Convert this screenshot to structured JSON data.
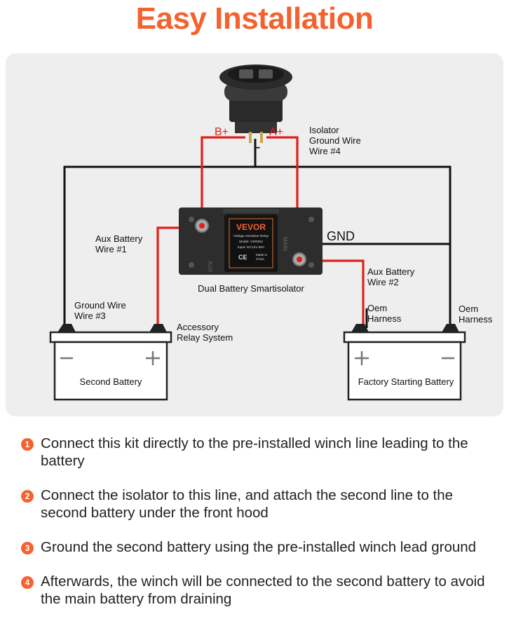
{
  "title": "Easy Installation",
  "labels": {
    "b_plus": "B+",
    "a_plus": "A+",
    "minus": "−",
    "isolator_ground": [
      "Isolator",
      "Ground Wire",
      "Wire #4"
    ],
    "gnd": "GND",
    "aux_battery_1": [
      "Aux Battery",
      "Wire #1"
    ],
    "aux_battery_2": [
      "Aux Battery",
      "Wire #2"
    ],
    "ground_wire_3": [
      "Ground Wire",
      "Wire #3"
    ],
    "accessory_relay": [
      "Accessory",
      "Relay System"
    ],
    "oem_harness_left": [
      "Oem",
      "Harness"
    ],
    "oem_harness_right": [
      "Oem",
      "Harness"
    ],
    "dual_battery": "Dual Battery Smartisolator",
    "second_battery": "Second Battery",
    "factory_battery": "Factory Starting Battery"
  },
  "relay_label": {
    "brand": "VEVOR",
    "line1": "Voltage Sensitive Relay",
    "line2": "Model: VSR004",
    "line3": "Input: DC12V 80A",
    "ce": "CE",
    "made_in": [
      "Made in",
      "China"
    ],
    "side_left": "AUX",
    "side_right": "MAIN"
  },
  "steps": [
    {
      "num": "1",
      "text": "Connect this kit directly to the pre-installed winch line leading to the battery"
    },
    {
      "num": "2",
      "text": "Connect the isolator to this line, and attach the second line to the second battery under the front hood"
    },
    {
      "num": "3",
      "text": "Ground the second battery using the pre-installed winch lead ground"
    },
    {
      "num": "4",
      "text": "Afterwards, the winch will be connected to the second battery to avoid the main battery from draining"
    }
  ],
  "colors": {
    "accent": "#f4632f",
    "red_wire": "#e0201b",
    "black_wire": "#111111"
  }
}
